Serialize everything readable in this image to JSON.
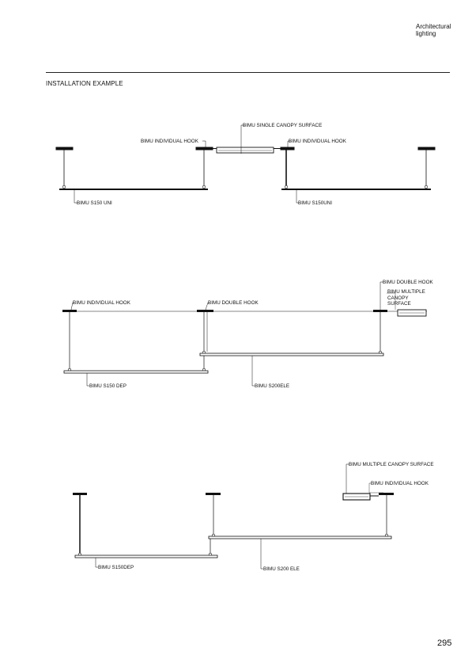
{
  "header": {
    "brand_line1": "Architectural",
    "brand_line2": "lighting"
  },
  "section_title": "INSTALLATION EXAMPLE",
  "page_number": "295",
  "diagram1": {
    "labels": {
      "canopy": "BIMU SINGLE CANOPY SURFACE",
      "hook_left": "BIMU INDIVIDUAL HOOK",
      "hook_right": "BIMU INDIVIDUAL HOOK",
      "lum_left": "BIMU S150 UNI",
      "lum_right": "BIMU S150UNI"
    }
  },
  "diagram2": {
    "labels": {
      "hook_ind": "BIMU INDIVIDUAL HOOK",
      "hook_double_mid": "BIMU DOUBLE HOOK",
      "hook_double_right": "BIMU DOUBLE HOOK",
      "canopy_multi_1": "BIMU MULTIPLE",
      "canopy_multi_2": "CANOPY",
      "canopy_multi_3": "SURFACE",
      "lum_left": "BIMU S150 DEP",
      "lum_right": "BIMU S200ELE"
    }
  },
  "diagram3": {
    "labels": {
      "canopy_multi": "BIMU MULTIPLE CANOPY SURFACE",
      "hook_ind": "BIMU INDIVIDUAL HOOK",
      "lum_left": "BIMU S150DEP",
      "lum_right": "BIMU S200 ELE"
    }
  }
}
